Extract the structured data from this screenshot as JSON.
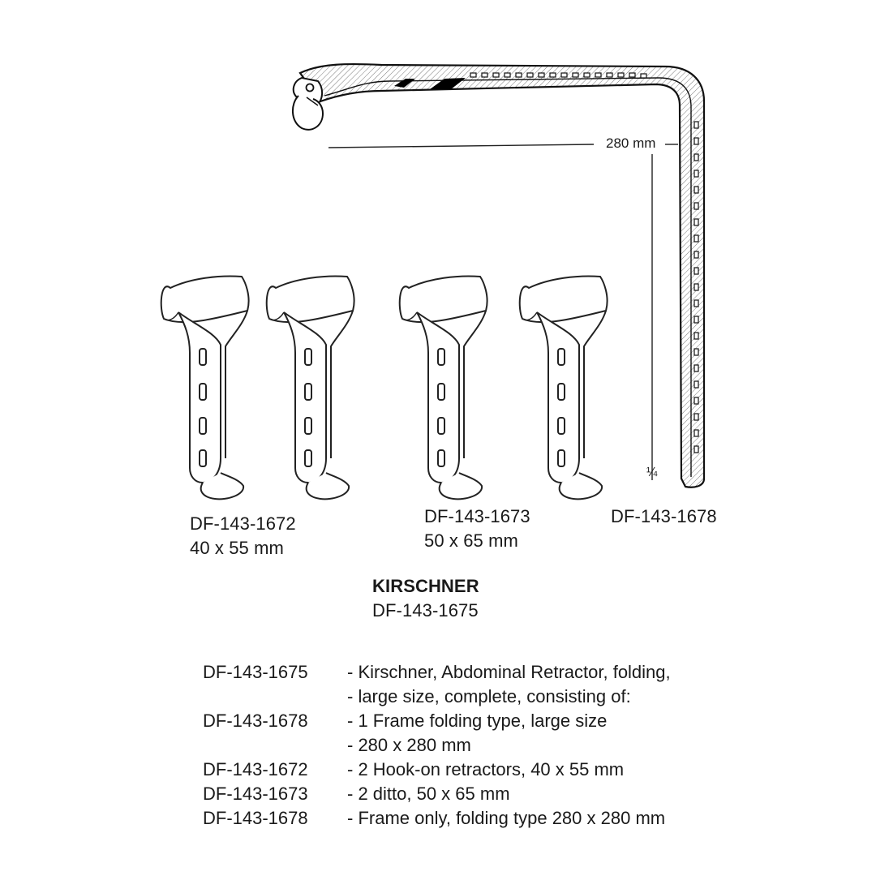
{
  "frame": {
    "dimension_label": "280 mm",
    "scale_label": "¼"
  },
  "retractor_labels": [
    {
      "code": "DF-143-1672",
      "size": "40 x 55 mm"
    },
    {
      "code": "DF-143-1673",
      "size": "50 x 65 mm"
    }
  ],
  "frame_label": {
    "code": "DF-143-1678"
  },
  "product": {
    "name": "KIRSCHNER",
    "code": "DF-143-1675"
  },
  "spec_rows": [
    {
      "code": "DF-143-1675",
      "desc": "- Kirschner, Abdominal Retractor, folding,"
    },
    {
      "code": "",
      "desc": "- large size, complete, consisting of:"
    },
    {
      "code": "DF-143-1678",
      "desc": "- 1 Frame folding type, large size"
    },
    {
      "code": "",
      "desc": "- 280 x 280 mm"
    },
    {
      "code": "DF-143-1672",
      "desc": "- 2 Hook-on retractors, 40 x 55 mm"
    },
    {
      "code": "DF-143-1673",
      "desc": "- 2 ditto, 50 x 65 mm"
    },
    {
      "code": "DF-143-1678",
      "desc": "- Frame only, folding type 280 x 280 mm"
    }
  ]
}
